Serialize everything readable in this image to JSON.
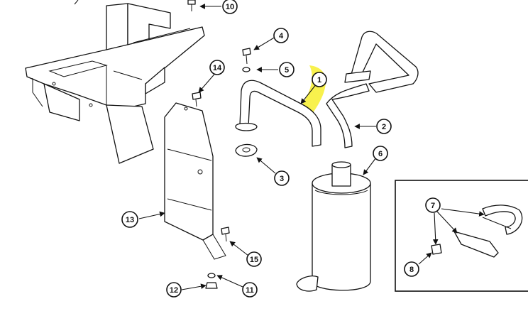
{
  "callouts": {
    "c1": "1",
    "c2": "2",
    "c3": "3",
    "c4": "4",
    "c5": "5",
    "c6": "6",
    "c7": "7",
    "c8": "8",
    "c10": "10",
    "c11": "11",
    "c12": "12",
    "c13": "13",
    "c14": "14",
    "c15": "15"
  },
  "colors": {
    "highlight": "#f7f03a",
    "line": "#111111",
    "background": "#ffffff"
  }
}
